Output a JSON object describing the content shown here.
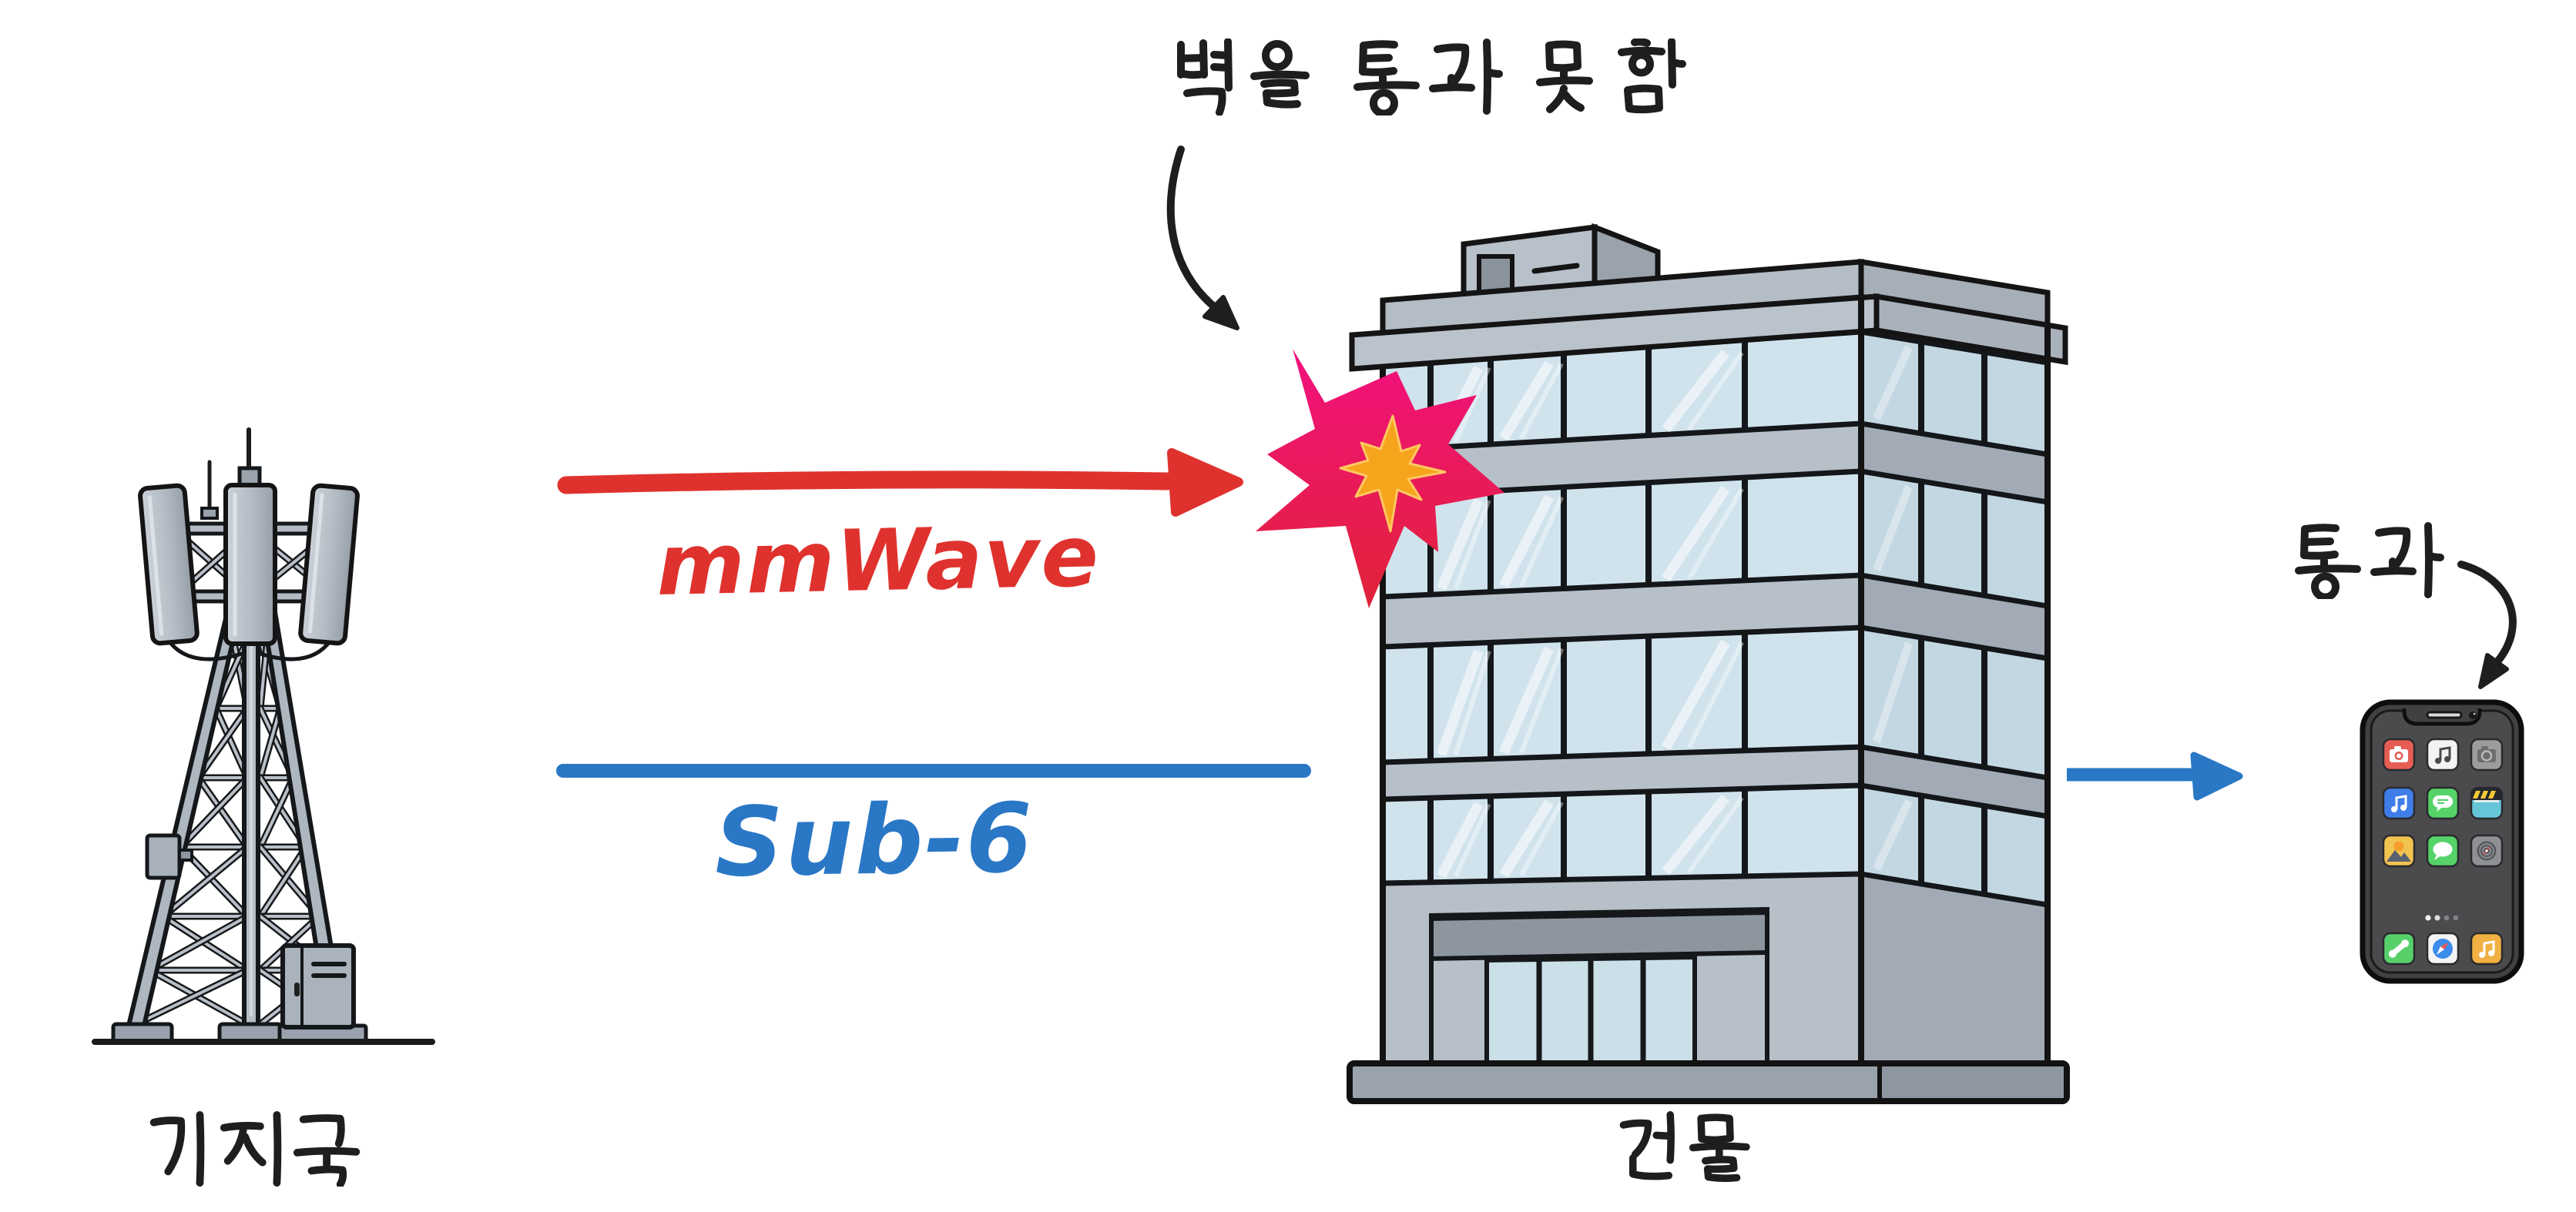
{
  "diagram": {
    "background": "#ffffff",
    "ink": "#1e1e1e",
    "annotations": {
      "wall_block_note": "벽을 통과 못함",
      "pass_note": "통과"
    },
    "signals": {
      "mmwave": {
        "label": "mmWave",
        "color": "#df322e"
      },
      "sub6": {
        "label": "Sub-6",
        "color": "#2a77c6"
      }
    },
    "entities": {
      "base_station": {
        "label": "기지국"
      },
      "building": {
        "label": "건물"
      },
      "phone": {
        "app_icons": [
          "camera-red",
          "music-white",
          "camera-gray",
          "music-blue",
          "chat-green",
          "videos-clapper",
          "photos-yellow",
          "messages-green",
          "compass-gray",
          "phone-green",
          "safari-blue",
          "music-orange"
        ],
        "page_dots": 4
      }
    },
    "impact": {
      "outer_color_top": "#f2117e",
      "outer_color_bottom": "#e02337",
      "inner_color": "#f7a41d"
    }
  }
}
